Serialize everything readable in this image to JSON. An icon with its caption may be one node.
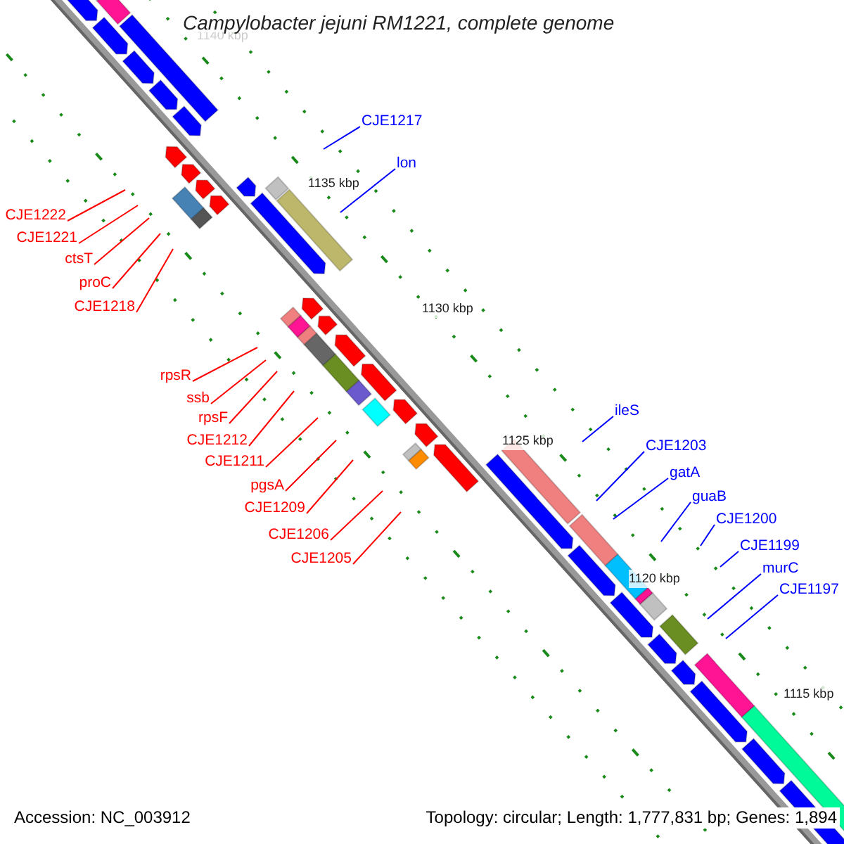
{
  "diagram": {
    "title": "Campylobacter jejuni RM1221, complete genome",
    "nodes": [
      {
        "text": [
          "CJE1217"
        ]
      },
      {
        "text": [
          "lon"
        ]
      },
      {
        "text": [
          "CJE1222"
        ]
      },
      {
        "text": [
          "CJE1221"
        ]
      },
      {
        "text": [
          "ctsT"
        ]
      },
      {
        "text": [
          "proC"
        ]
      },
      {
        "text": [
          "CJE1218"
        ]
      },
      {
        "text": [
          "rpsR"
        ]
      },
      {
        "text": [
          "ssb"
        ]
      },
      {
        "text": [
          "ileS"
        ]
      },
      {
        "text": [
          "rpsF"
        ]
      },
      {
        "text": [
          "CJE1212"
        ]
      },
      {
        "text": [
          "CJE1203"
        ]
      },
      {
        "text": [
          "CJE1211"
        ]
      },
      {
        "text": [
          "gatA"
        ]
      },
      {
        "text": [
          "pgsA"
        ]
      },
      {
        "text": [
          "guaB"
        ]
      },
      {
        "text": [
          "CJE1209"
        ]
      },
      {
        "text": [
          "CJE1200"
        ]
      },
      {
        "text": [
          "CJE1206"
        ]
      },
      {
        "text": [
          "CJE1199"
        ]
      },
      {
        "text": [
          "CJE1205"
        ]
      },
      {
        "text": [
          "murC"
        ]
      },
      {
        "text": [
          "CJE1197"
        ]
      }
    ],
    "edges": [
      {
        "from": 0,
        "to": null,
        "arrow": "none",
        "color": "#0000ff"
      },
      {
        "from": 1,
        "to": null,
        "arrow": "none",
        "color": "#0000ff"
      },
      {
        "from": 2,
        "to": null,
        "arrow": "none"
      },
      {
        "from": 3,
        "to": null,
        "arrow": "none"
      },
      {
        "from": 4,
        "to": null,
        "arrow": "none"
      },
      {
        "from": 5,
        "to": null,
        "arrow": "none"
      },
      {
        "from": 6,
        "to": null,
        "arrow": "none"
      },
      {
        "from": 7,
        "to": null,
        "arrow": "none"
      },
      {
        "from": 8,
        "to": null,
        "arrow": "none"
      },
      {
        "from": 9,
        "to": null,
        "arrow": "none",
        "color": "#0000ff"
      },
      {
        "from": 10,
        "to": null,
        "arrow": "none"
      },
      {
        "from": 11,
        "to": null,
        "arrow": "none"
      },
      {
        "from": 12,
        "to": null,
        "arrow": "none",
        "color": "#0000ff"
      },
      {
        "from": 13,
        "to": null,
        "arrow": "none"
      },
      {
        "from": 14,
        "to": null,
        "arrow": "none",
        "color": "#0000ff"
      },
      {
        "from": 15,
        "to": null,
        "arrow": "none"
      },
      {
        "from": 16,
        "to": null,
        "arrow": "none",
        "color": "#0000ff"
      },
      {
        "from": 17,
        "to": null,
        "arrow": "none"
      },
      {
        "from": 18,
        "to": null,
        "arrow": "none",
        "color": "#0000ff"
      },
      {
        "from": 19,
        "to": null,
        "arrow": "none"
      },
      {
        "from": 20,
        "to": null,
        "arrow": "none",
        "color": "#0000ff"
      },
      {
        "from": 21,
        "to": null,
        "arrow": "none"
      },
      {
        "from": 22,
        "to": null,
        "arrow": "none",
        "color": "#0000ff"
      },
      {
        "from": 23,
        "to": null,
        "arrow": "none",
        "color": "#0000ff"
      }
    ],
    "labels": [
      "1140 kbp",
      "1135 kbp",
      "1130 kbp",
      "1125 kbp",
      "1120 kbp",
      "1115 kbp",
      "Accession: NC_003912",
      "Topology: circular; Length: 1,777,831 bp; Genes: 1,894"
    ]
  }
}
